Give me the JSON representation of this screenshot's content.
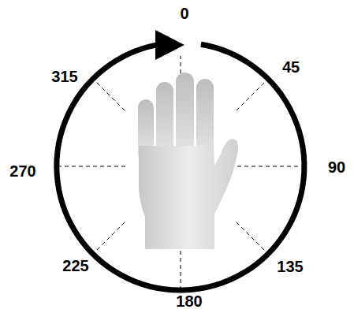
{
  "diagram": {
    "labels": [
      "0",
      "45",
      "90",
      "135",
      "180",
      "225",
      "270",
      "315"
    ]
  }
}
